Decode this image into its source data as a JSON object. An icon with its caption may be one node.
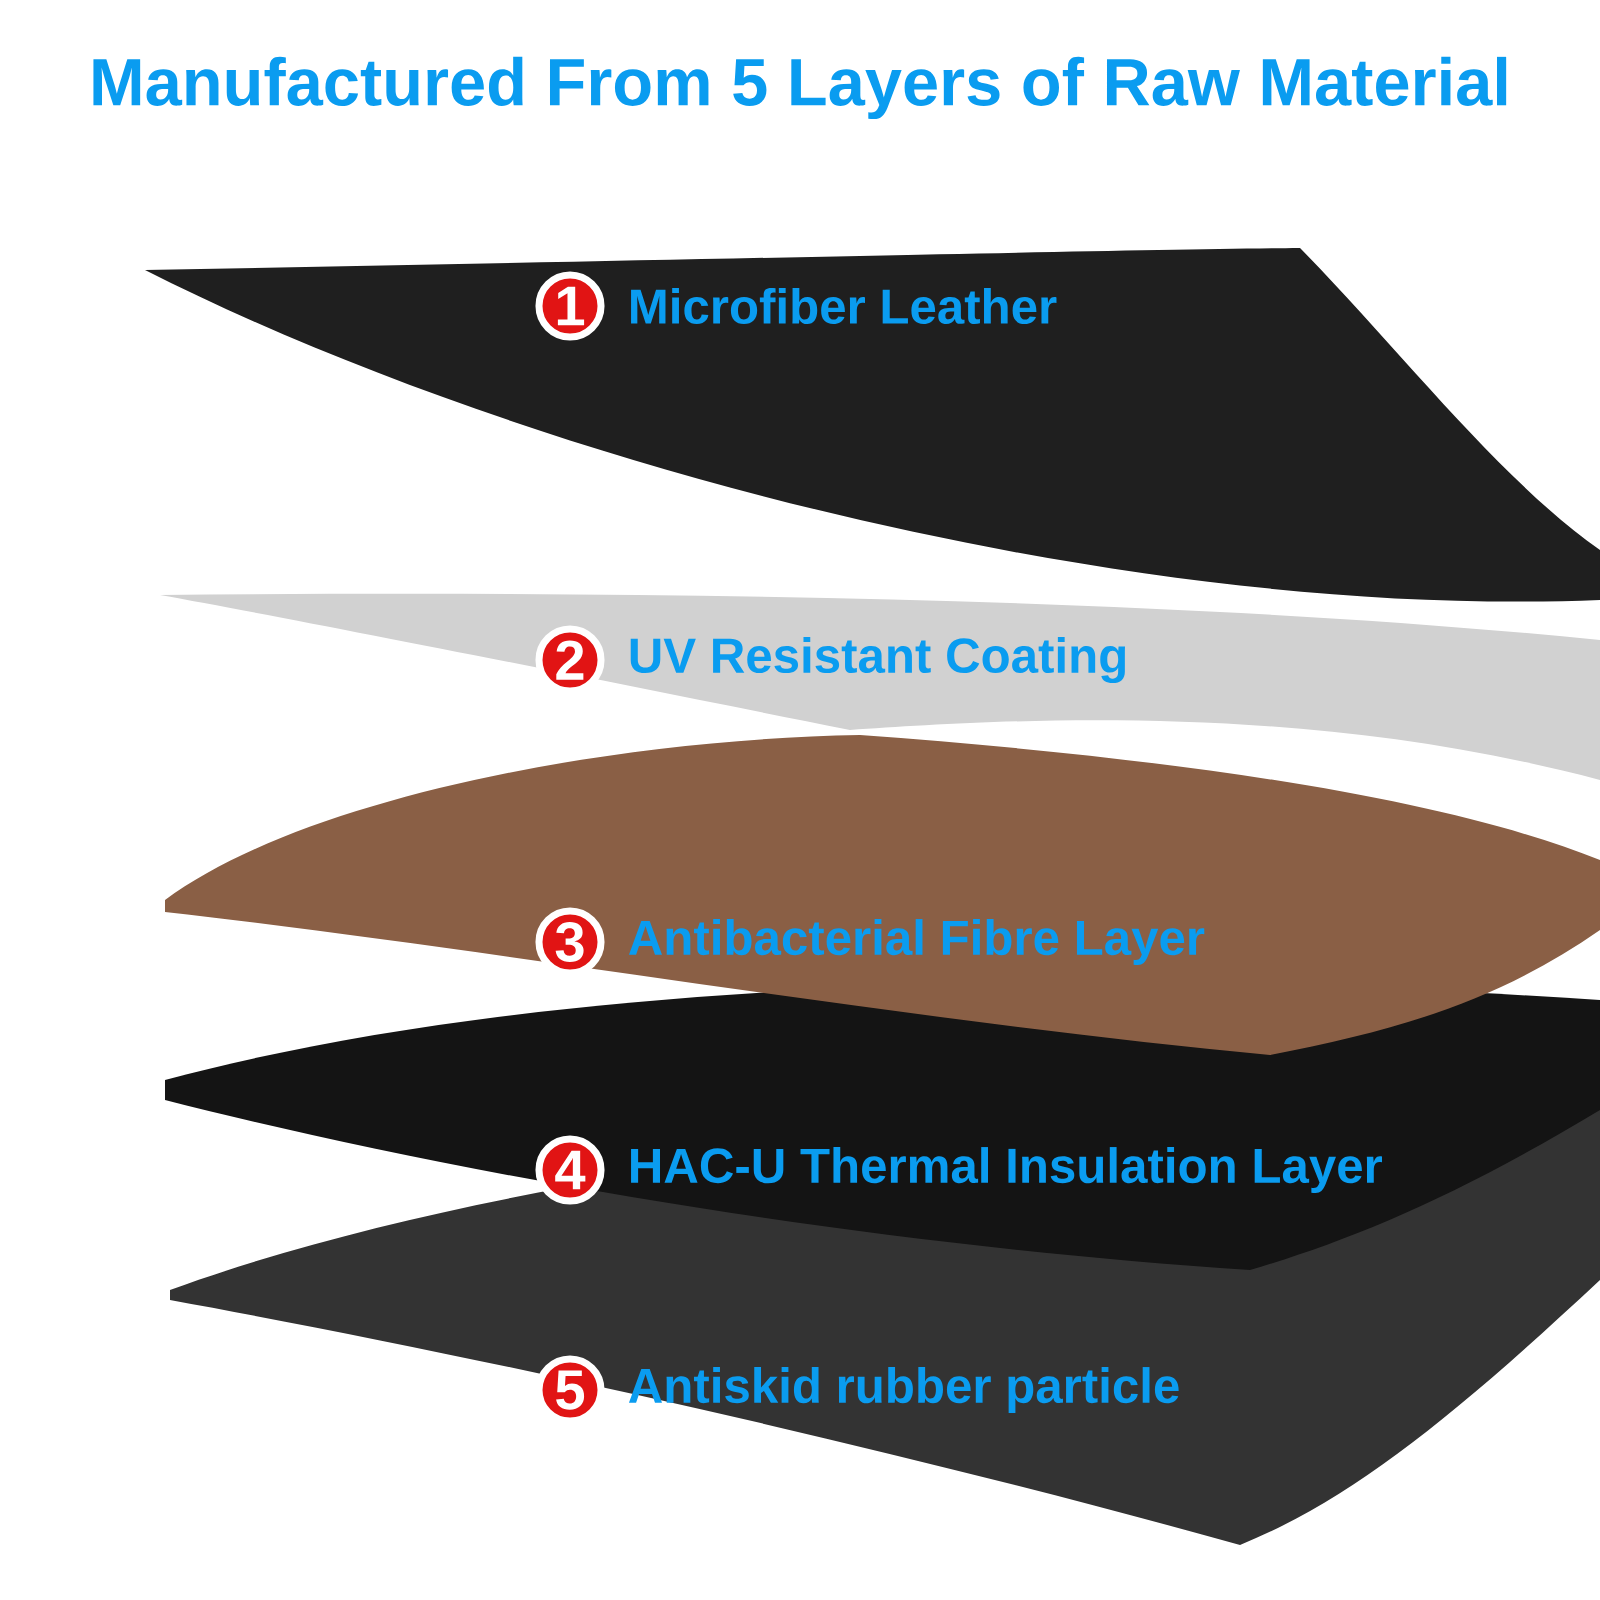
{
  "diagram": {
    "title": "Manufactured From 5 Layers of Raw Material",
    "nodes": [
      {
        "text": [
          "1"
        ],
        "beside": [
          "Microfiber Leather"
        ]
      },
      {
        "text": [
          "2"
        ],
        "beside": [
          "UV Resistant Coating"
        ]
      },
      {
        "text": [
          "3"
        ],
        "beside": [
          "Antibacterial Fibre Layer"
        ]
      },
      {
        "text": [
          "4"
        ],
        "beside": [
          "HAC-U Thermal Insulation Layer"
        ]
      },
      {
        "text": [
          "5"
        ],
        "beside": [
          "Antiskid rubber particle"
        ]
      }
    ]
  }
}
